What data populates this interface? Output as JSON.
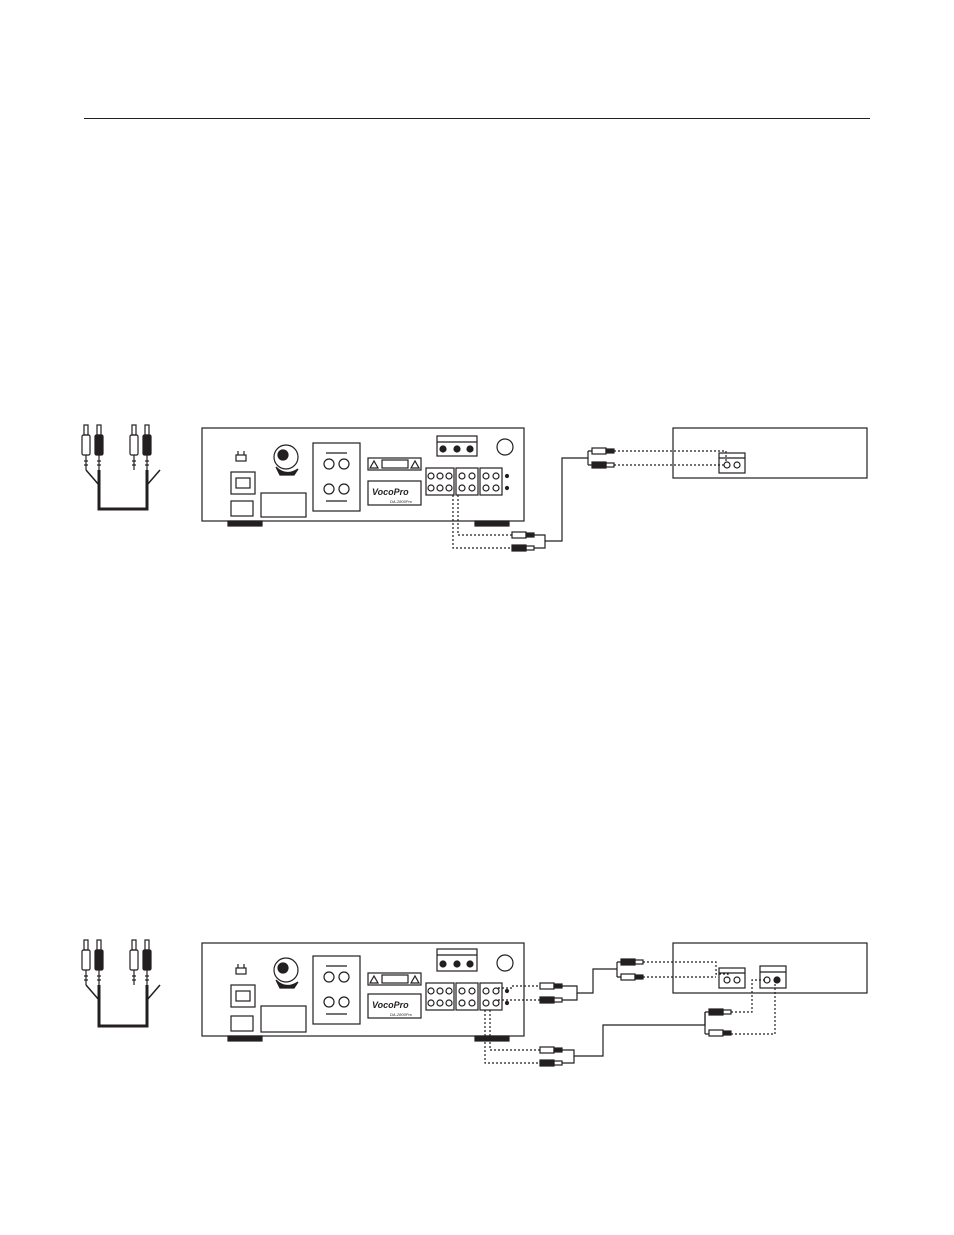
{
  "page": {
    "has_top_rule": true,
    "text_blocks": []
  },
  "diagrams": [
    {
      "id": "single-device-connection",
      "cable_icon": "rca-stereo-cable-icon",
      "main_unit": {
        "logo_text": "VocoPro",
        "model_text": "DA-2800Pro",
        "knob_icon": "round-knob-icon"
      },
      "external_device": {
        "jack_panel_count": 1
      }
    },
    {
      "id": "two-device-connection",
      "cable_icon": "rca-stereo-cable-icon",
      "main_unit": {
        "logo_text": "VocoPro",
        "model_text": "DA-2800Pro",
        "knob_icon": "round-knob-icon"
      },
      "external_device": {
        "jack_panel_count": 2
      }
    }
  ],
  "colors": {
    "ink": "#231f20",
    "paper": "#ffffff"
  }
}
